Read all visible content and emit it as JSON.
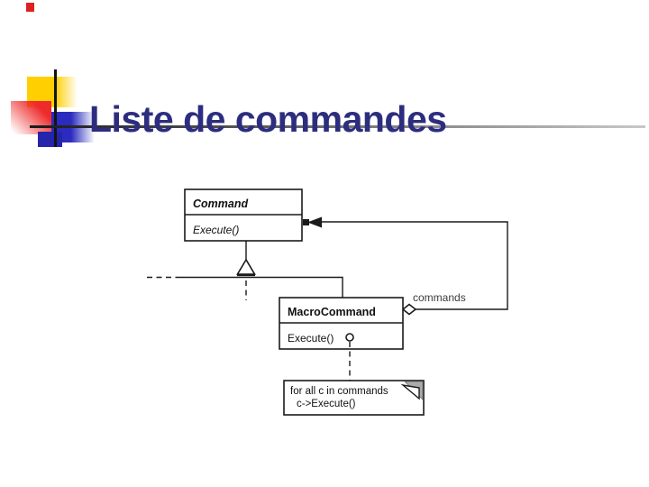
{
  "slide": {
    "title": "Liste de commandes"
  },
  "diagram": {
    "command_class": {
      "name": "Command",
      "method": "Execute()",
      "stereotype": "abstract"
    },
    "macro_command_class": {
      "name": "MacroCommand",
      "method": "Execute()"
    },
    "association_label": "commands",
    "relationships": [
      "generalization: MacroCommand -> Command",
      "aggregation: MacroCommand o-> Command (commands)"
    ],
    "note": {
      "line1": "for all c in commands",
      "line2": "c->Execute()"
    }
  },
  "decoration": {
    "colors": {
      "title_navy": "#2d2d7f",
      "yellow_square": "#ffcf01",
      "red_square": "#ee2b2b",
      "blue_square": "#2b2bbf",
      "top_red_dot": "#e02020",
      "rule_dark": "#1a1a1a",
      "rule_light": "#c8c8c8",
      "note_fold_gray": "#ababab"
    }
  }
}
